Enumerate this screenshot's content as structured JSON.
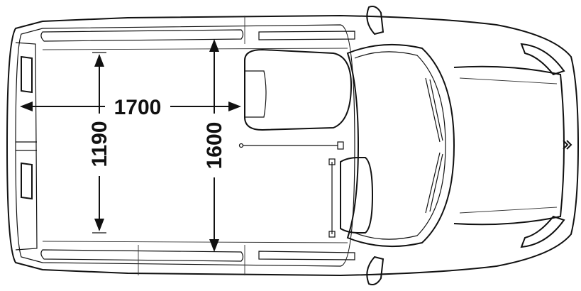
{
  "dimensions": {
    "cargo_length": "1700",
    "width_between_wheel_arches": "1190",
    "cargo_width": "1600"
  },
  "colors": {
    "line": "#111111",
    "background": "#ffffff"
  },
  "icons": [
    "brand-logo-icon"
  ]
}
